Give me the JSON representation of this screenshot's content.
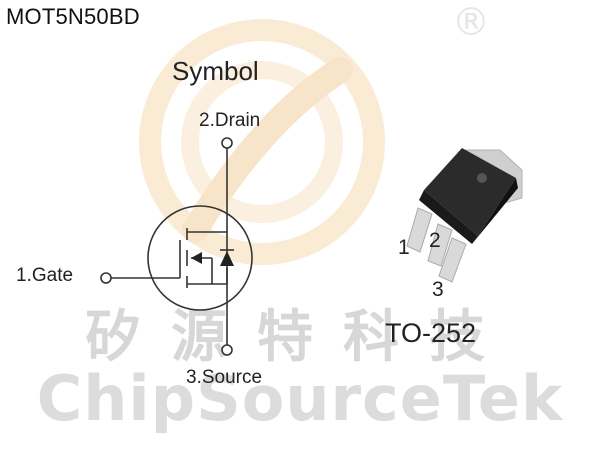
{
  "header": {
    "part_number": "MOT5N50BD"
  },
  "symbol": {
    "heading": "Symbol",
    "pins": {
      "drain": "2.Drain",
      "gate": "1.Gate",
      "source": "3.Source"
    }
  },
  "package": {
    "name": "TO-252",
    "pin_numbers": [
      "1",
      "2",
      "3"
    ]
  },
  "watermark": {
    "chinese_text": "矽源特科技",
    "english_text": "ChipSourceTek",
    "registered_mark": "®"
  },
  "colors": {
    "line": "#333333",
    "package_body": "#2b2b2b",
    "tab": "#cfcfcf",
    "logo_orange": "#f2c98f",
    "watermark_gray": "#d7d7d7"
  }
}
